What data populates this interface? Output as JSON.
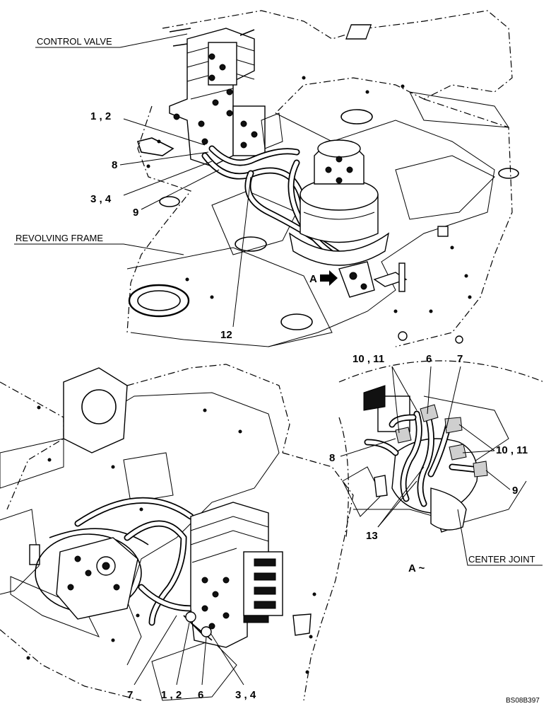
{
  "labels": {
    "control_valve": "CONTROL VALVE",
    "revolving_frame": "REVOLVING FRAME",
    "center_joint": "CENTER JOINT",
    "view_a_arrow": "A",
    "view_a_title": "A ~",
    "drawing_code": "BS08B397"
  },
  "callouts": {
    "c1_2_top": "1 , 2",
    "c8_top": "8",
    "c3_4_top": "3 , 4",
    "c9_top": "9",
    "c12": "12",
    "c10_11_a": "10 , 11",
    "c6_detail": "6",
    "c7_detail": "7",
    "c8_detail": "8",
    "c10_11_b": "10 , 11",
    "c9_detail": "9",
    "c13": "13",
    "c7_bottom": "7",
    "c1_2_bottom": "1 , 2",
    "c6_bottom": "6",
    "c3_4_bottom": "3 , 4"
  }
}
